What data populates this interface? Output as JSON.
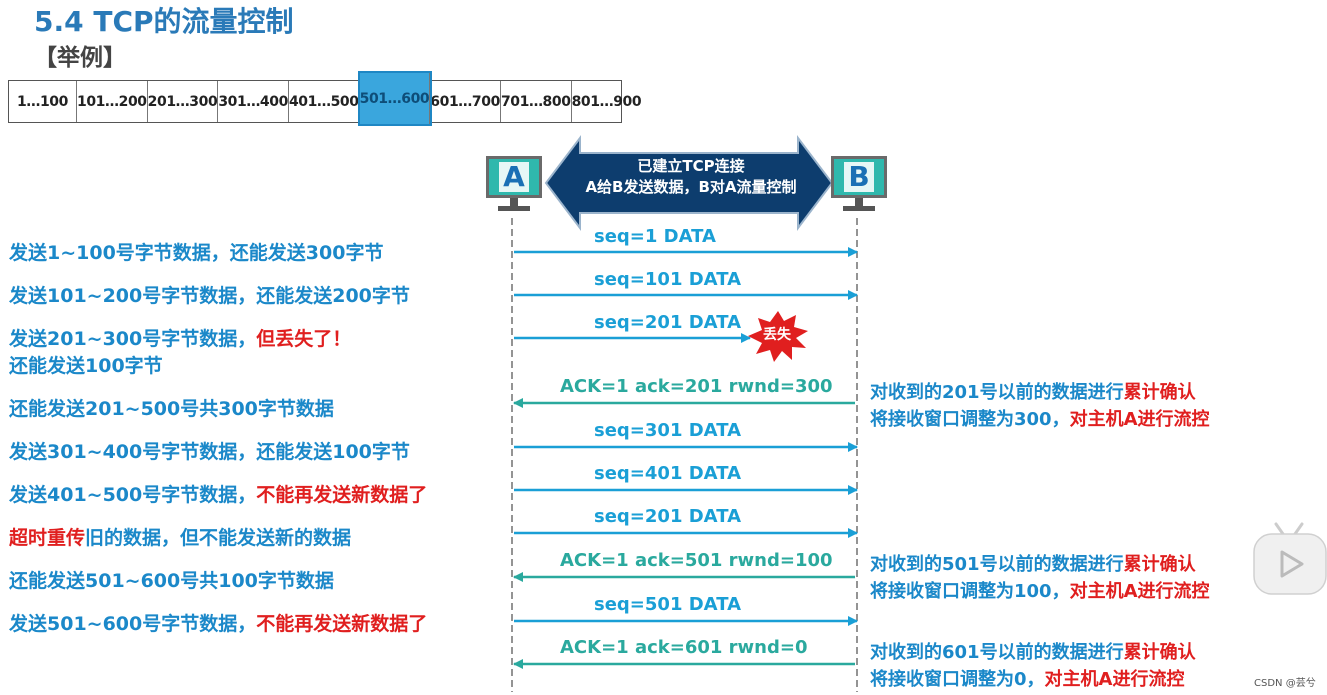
{
  "title": "5.4 TCP的流量控制",
  "subtitle": "【举例】",
  "segments": [
    "1…100",
    "101…200",
    "201…300",
    "301…400",
    "401…500",
    "501…600",
    "601…700",
    "701…800",
    "801…900"
  ],
  "host_a": "A",
  "host_b": "B",
  "connection": {
    "line1": "已建立TCP连接",
    "line2": "A给B发送数据，B对A流量控制"
  },
  "left": [
    {
      "a": "发送1~100号字节数据，还能发送300字节",
      "b": ""
    },
    {
      "a": "发送101~200号字节数据，还能发送200字节",
      "b": ""
    },
    {
      "a": "发送201~300号字节数据，",
      "b": "但丢失了！"
    },
    {
      "a": "还能发送100字节",
      "b": ""
    },
    {
      "a": "还能发送201~500号共300字节数据",
      "b": ""
    },
    {
      "a": "发送301~400号字节数据，还能发送100字节",
      "b": ""
    },
    {
      "a": "发送401~500号字节数据，",
      "b": "不能再发送新数据了"
    },
    {
      "b": "超时重传",
      "a": "旧的数据，但不能发送新的数据"
    },
    {
      "a": "还能发送501~600号共100字节数据",
      "b": ""
    },
    {
      "a": "发送501~600号字节数据，",
      "b": "不能再发送新数据了"
    }
  ],
  "messages": [
    "seq=1   DATA",
    "seq=101   DATA",
    "seq=201   DATA",
    "ACK=1   ack=201   rwnd=300",
    "seq=301   DATA",
    "seq=401   DATA",
    "seq=201   DATA",
    "ACK=1   ack=501   rwnd=100",
    "seq=501   DATA",
    "ACK=1   ack=601   rwnd=0"
  ],
  "loss_label": "丢失",
  "right": [
    {
      "a": "对收到的201号以前的数据进行",
      "b": "累计确认"
    },
    {
      "a": "将接收窗口调整为300，",
      "b": "对主机A进行流控"
    },
    {
      "a": "对收到的501号以前的数据进行",
      "b": "累计确认"
    },
    {
      "a": "将接收窗口调整为100，",
      "b": "对主机A进行流控"
    },
    {
      "a": "对收到的601号以前的数据进行",
      "b": "累计确认"
    },
    {
      "a": "将接收窗口调整为0，",
      "b": "对主机A进行流控"
    }
  ],
  "watermark": "CSDN @芸兮",
  "colors": {
    "title": "#2a7ab8",
    "seq": "#1a9fd6",
    "ack": "#2aa99e",
    "highlight": "#e01f1f",
    "arrow": "#0d3d6e"
  }
}
